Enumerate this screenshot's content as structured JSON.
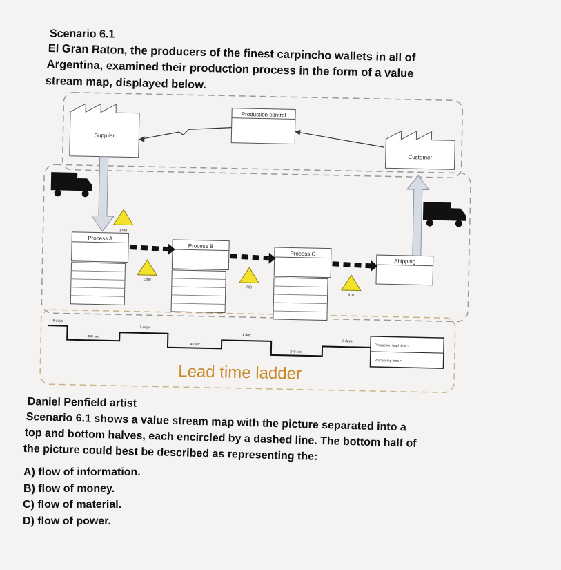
{
  "header": {
    "title": "Scenario 6.1",
    "intro_lines": [
      "El Gran Raton, the producers of the finest carpincho wallets in all of",
      "Argentina, examined their production process in the form of a value",
      "stream map, displayed below."
    ]
  },
  "diagram": {
    "production_control": "Production control",
    "supplier": "Supplier",
    "customer": "Customer",
    "process_a": "Process A",
    "process_b": "Process B",
    "process_c": "Process C",
    "shipping": "Shipping",
    "inv_a": "1700",
    "inv_ab": "1200",
    "inv_bc": "720",
    "inv_cs": "910",
    "ladder_top": [
      "9 days",
      "7 days",
      "1 day",
      "3 days"
    ],
    "ladder_bottom": [
      "300 sec",
      "45 sec",
      "240 sec"
    ],
    "summary_lt": "Production lead time =",
    "summary_pt": "Processing time =",
    "lead_time_ladder": "Lead time ladder"
  },
  "footer": {
    "credit": "Daniel Penfield artist",
    "question_lines": [
      "Scenario 6.1 shows a value stream map with the picture separated into a",
      "top and bottom halves, each encircled by a dashed line. The bottom half of",
      "the picture could best be described as representing the:"
    ],
    "options": [
      "A) flow of information.",
      "B) flow of money.",
      "C) flow of material.",
      "D) flow of power."
    ]
  }
}
